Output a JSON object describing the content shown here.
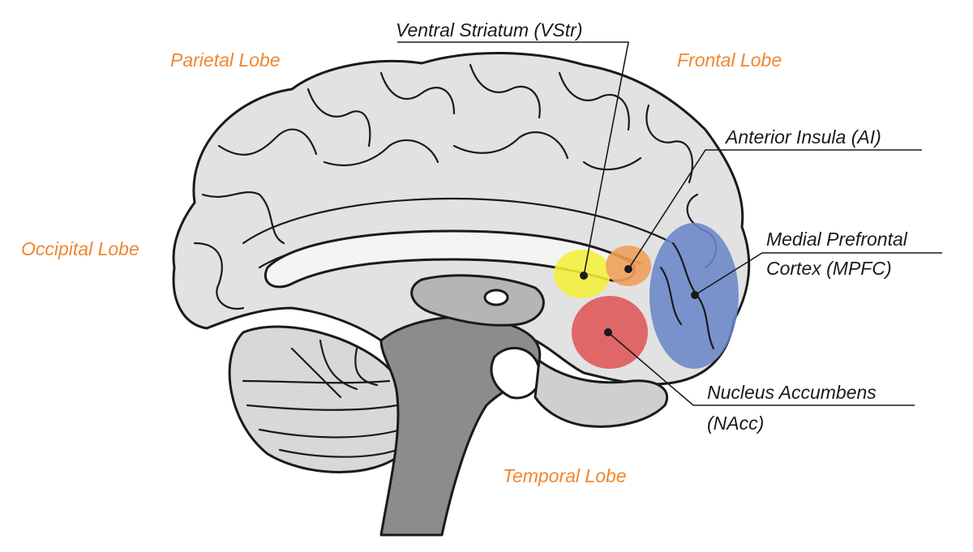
{
  "colors": {
    "lobe_text": "#f0862e",
    "brain_fill": "#e2e2e3",
    "brainstem_fill": "#8c8c8c",
    "vstr": "#f2ef3a",
    "ai": "#f0a05a",
    "nacc": "#e05a5a",
    "mpfc": "#6a86c8"
  },
  "lobes": {
    "parietal": "Parietal Lobe",
    "frontal": "Frontal Lobe",
    "occipital": "Occipital Lobe",
    "temporal": "Temporal Lobe"
  },
  "regions": {
    "vstr": {
      "line1": "Ventral Striatum (VStr)"
    },
    "ai": {
      "line1": "Anterior Insula (AI)"
    },
    "mpfc": {
      "line1": "Medial Prefrontal",
      "line2": "Cortex (MPFC)"
    },
    "nacc": {
      "line1": "Nucleus Accumbens",
      "line2": "(NAcc)"
    }
  }
}
